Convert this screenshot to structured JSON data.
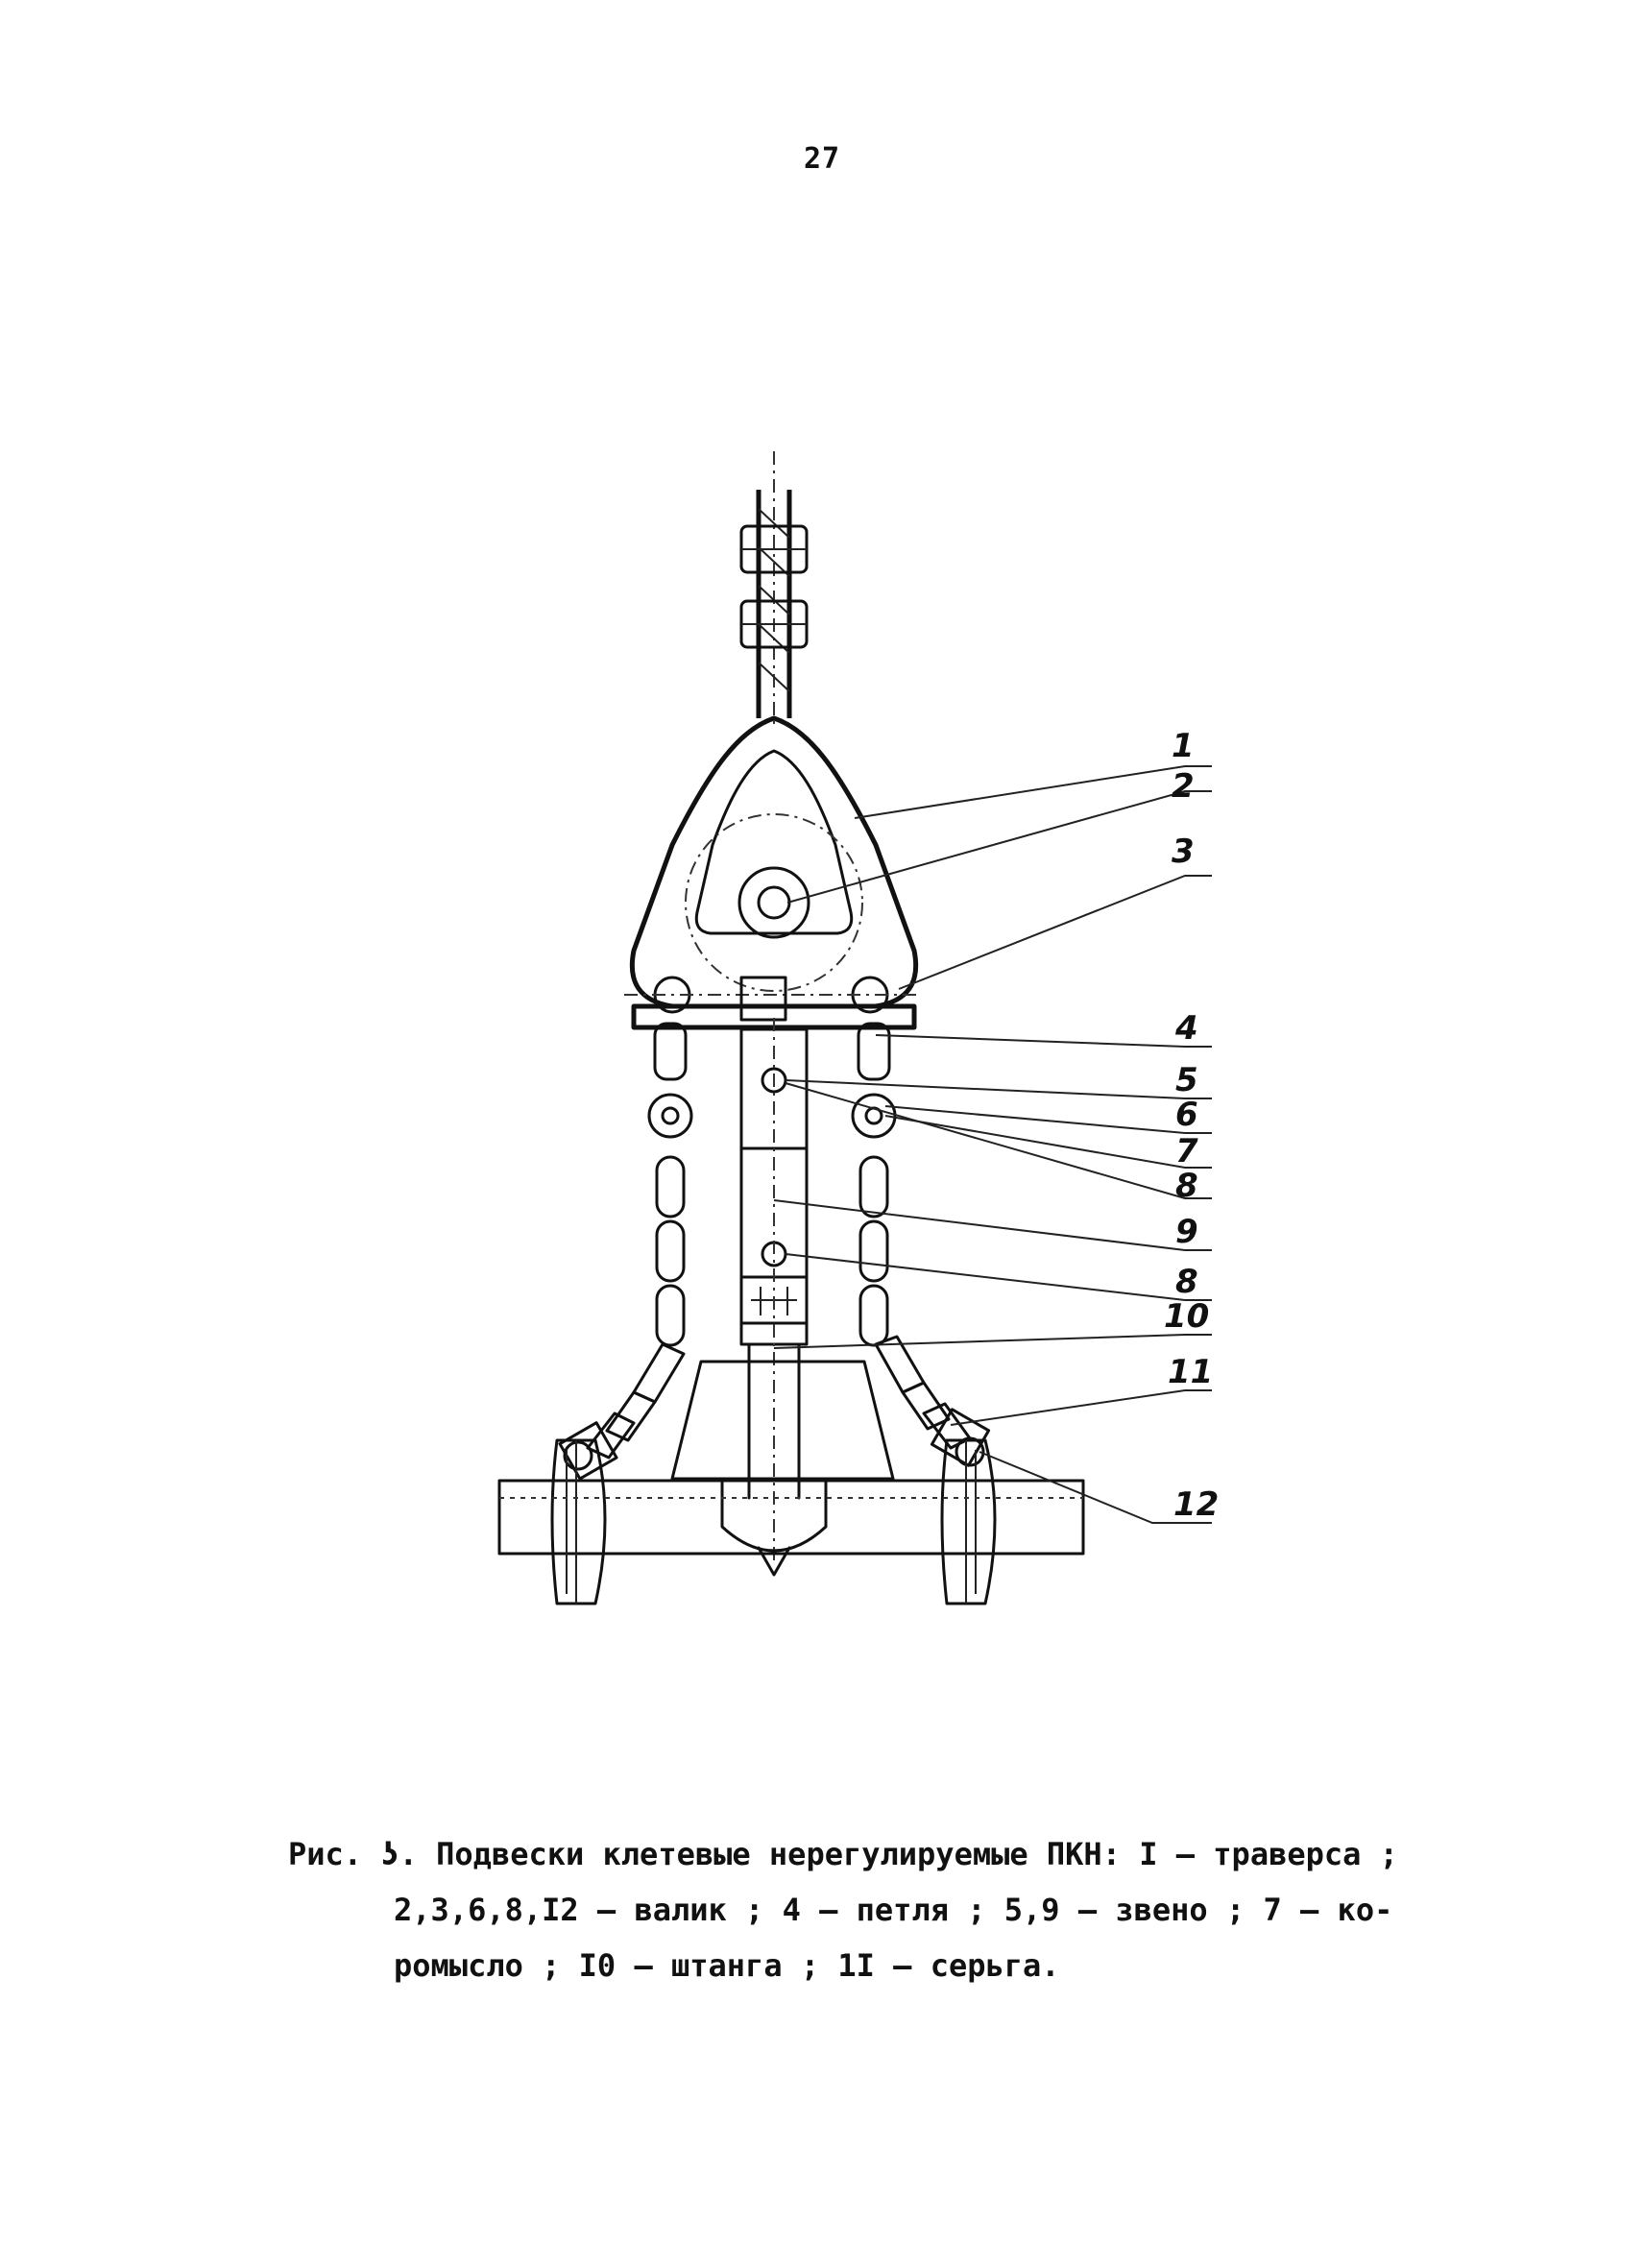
{
  "page": {
    "number": "27"
  },
  "figure": {
    "callouts": [
      "1",
      "2",
      "3",
      "4",
      "5",
      "6",
      "7",
      "8",
      "9",
      "8",
      "10",
      "11",
      "12"
    ]
  },
  "caption": {
    "line1": "Рис. ʖ. Подвески клетевые нерегулируемые ПКН: I – траверса ;",
    "line2": "2,3,6,8,I2 – валик ; 4 – петля ; 5,9 – звено ; 7 – ко-",
    "line3": "ромысло ; I0 – штанга ; 1I – серьга."
  }
}
